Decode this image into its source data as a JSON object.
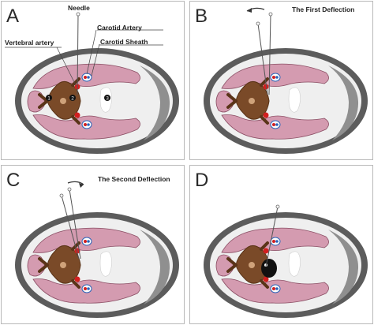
{
  "panels": [
    {
      "letter": "A"
    },
    {
      "letter": "B",
      "title": "The First Deflection"
    },
    {
      "letter": "C",
      "title": "The Second Deflection"
    },
    {
      "letter": "D"
    }
  ],
  "labels": {
    "needle": "Needle",
    "carotid_artery": "Carotid Artery",
    "carotid_sheath": "Carotid Sheath",
    "vertebral_artery": "Vertebral artery"
  },
  "markers": [
    "1",
    "2",
    "3"
  ],
  "colors": {
    "outer_ring": "#5c5c5c",
    "skin": "#efefef",
    "muscle": "#d49bb0",
    "muscle_outline": "#8a4d63",
    "spine": "#7a4a28",
    "spine_dark": "#5a3418",
    "vertebral_artery": "#d21f1f",
    "airway": "#ffffff",
    "mass": "#111111",
    "frame": "#b9b9b9"
  }
}
